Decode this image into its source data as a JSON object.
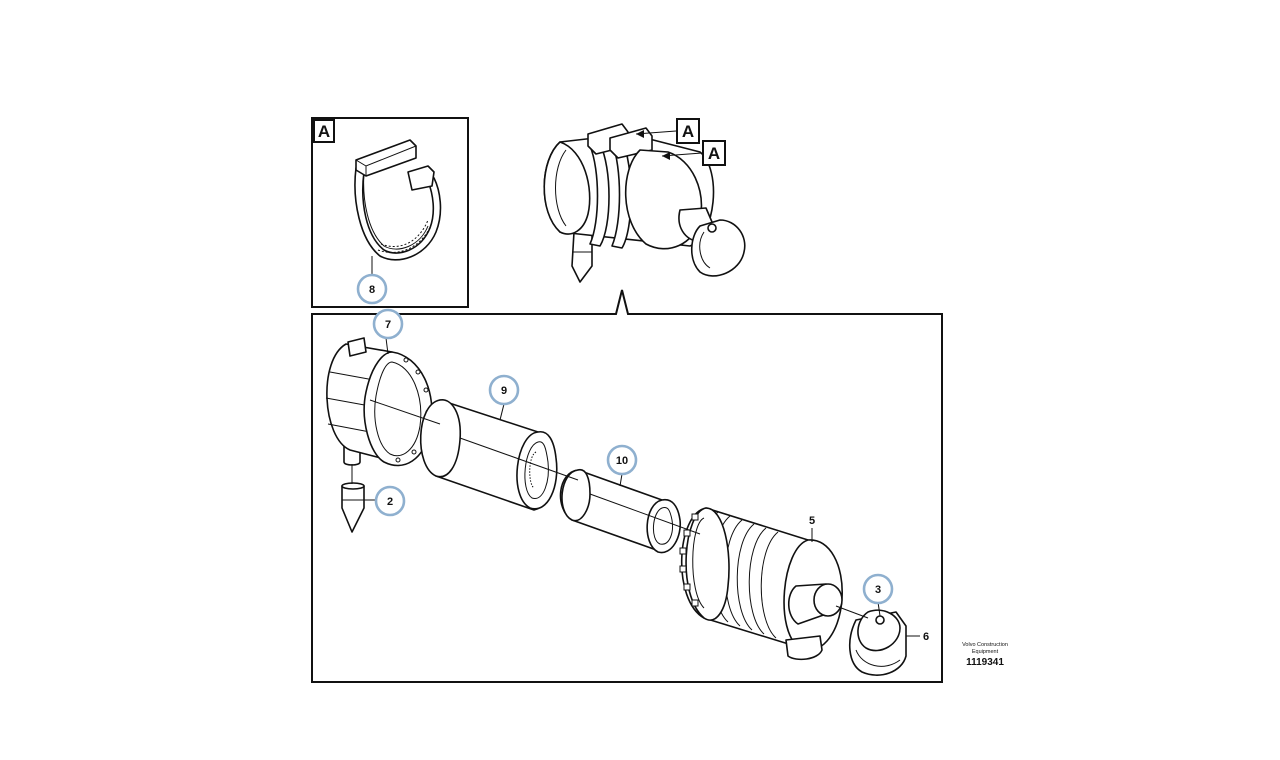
{
  "diagram": {
    "view_marker": "A",
    "callouts": {
      "c2": "2",
      "c3": "3",
      "c5": "5",
      "c6": "6",
      "c7": "7",
      "c8": "8",
      "c9": "9",
      "c10": "10"
    },
    "caption": {
      "maker_line1": "Volvo Construction",
      "maker_line2": "Equipment",
      "number": "1119341"
    }
  }
}
